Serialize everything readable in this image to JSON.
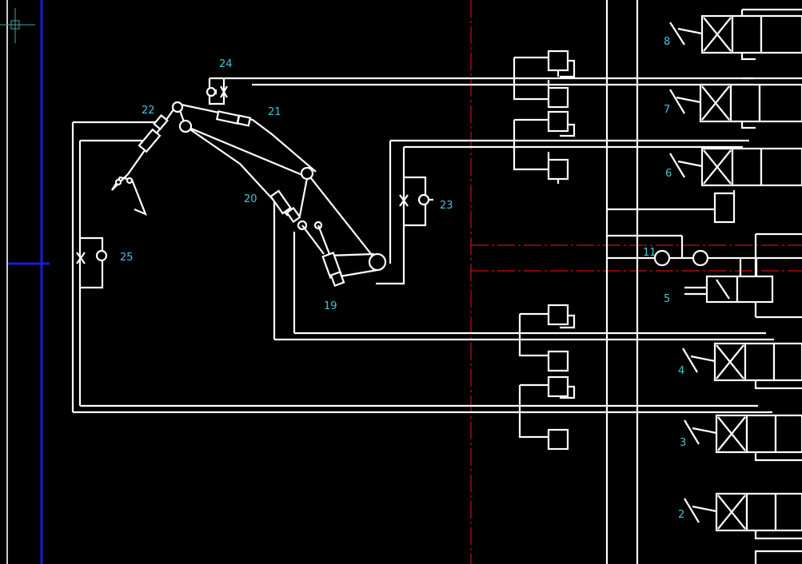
{
  "diagram": {
    "type": "hydraulic-schematic",
    "colors": {
      "background": "#000000",
      "lines": "#ffffff",
      "labels": "#3fc8d8",
      "boundary": "#c81010",
      "axis": "#1a1adc"
    },
    "labels": {
      "n24": "24",
      "n22": "22",
      "n21": "21",
      "n20": "20",
      "n23": "23",
      "n25": "25",
      "n19": "19",
      "n11": "11",
      "n8": "8",
      "n7": "7",
      "n6": "6",
      "n5": "5",
      "n4": "4",
      "n3": "3",
      "n2": "2"
    }
  }
}
